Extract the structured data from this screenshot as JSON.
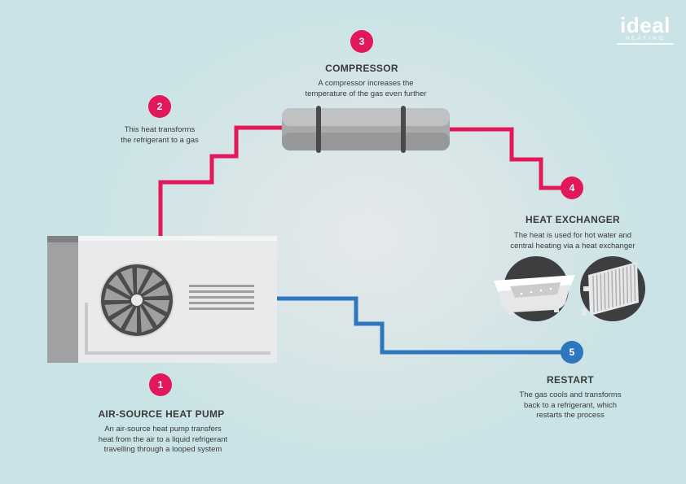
{
  "logo": {
    "word": "ideal",
    "sub": "HEATING"
  },
  "steps": [
    {
      "number": "1",
      "title": "AIR-SOURCE HEAT PUMP",
      "lines": [
        "An air-source heat pump transfers",
        "heat from the air to a liquid refrigerant",
        "travelling through a looped system"
      ]
    },
    {
      "number": "2",
      "title": "",
      "lines": [
        "This heat transforms",
        "the refrigerant to a gas"
      ]
    },
    {
      "number": "3",
      "title": "COMPRESSOR",
      "lines": [
        "A compressor increases the",
        "temperature of the gas even further"
      ]
    },
    {
      "number": "4",
      "title": "HEAT EXCHANGER",
      "lines": [
        "The heat is used for hot water and",
        "central heating via a heat exchanger"
      ]
    },
    {
      "number": "5",
      "title": "RESTART",
      "lines": [
        "The gas cools and transforms",
        "back to a refrigerant, which",
        "restarts the process"
      ]
    }
  ],
  "colors": {
    "hot_pipe": "#e3185a",
    "cold_pipe": "#2e76bd",
    "background": "#c9e3e6"
  }
}
